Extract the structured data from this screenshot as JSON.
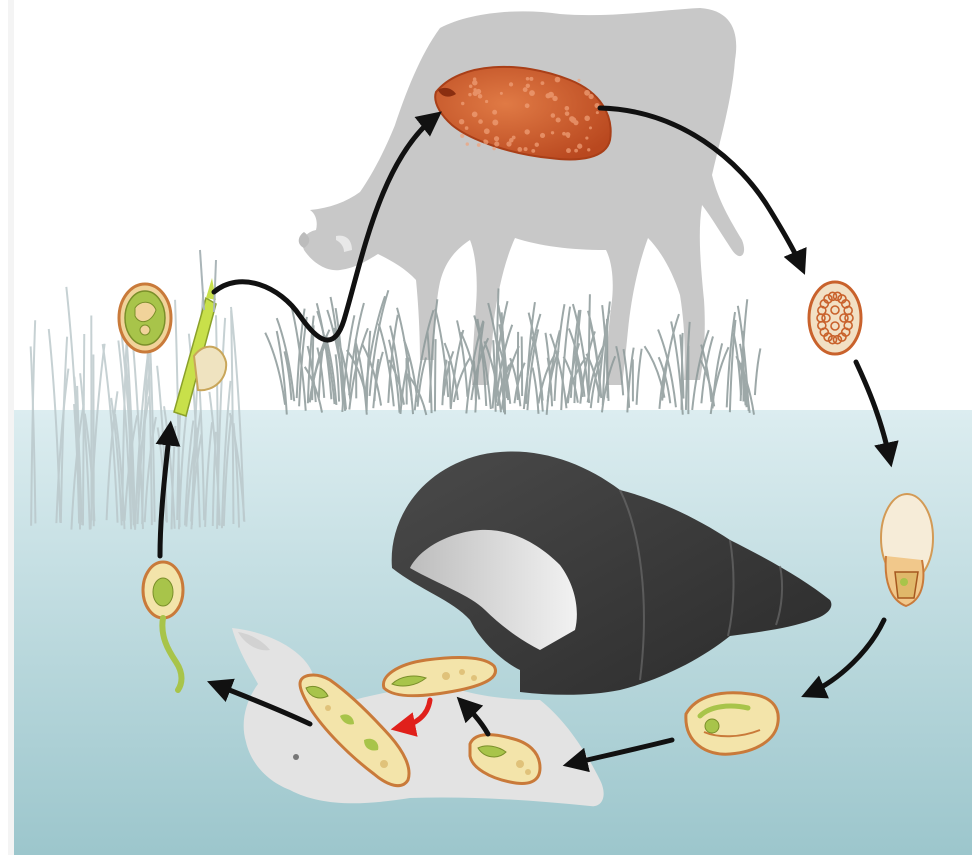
{
  "diagram": {
    "kind": "parasite-life-cycle",
    "nodes": [
      {
        "id": "cow-host",
        "icon": "cow-silhouette-icon"
      },
      {
        "id": "adult-fluke",
        "icon": "fluke-icon",
        "color": "#c85a2e"
      },
      {
        "id": "egg",
        "icon": "egg-icon"
      },
      {
        "id": "miracidium",
        "icon": "miracidium-icon"
      },
      {
        "id": "sporocyst",
        "icon": "sporocyst-icon"
      },
      {
        "id": "redia",
        "icon": "redia-icon"
      },
      {
        "id": "daughter-redia",
        "icon": "redia-icon"
      },
      {
        "id": "redia-pair",
        "icon": "redia-icon"
      },
      {
        "id": "cercaria",
        "icon": "cercaria-icon"
      },
      {
        "id": "metacercaria",
        "icon": "metacercaria-icon"
      },
      {
        "id": "snail-host",
        "icon": "snail-icon"
      },
      {
        "id": "grass-stem",
        "icon": "grass-stem-icon"
      }
    ],
    "colors": {
      "sky": "#ffffff",
      "water_top": "#d9ebee",
      "water_bottom": "#9fc9cf",
      "cow": "#c9c9c9",
      "snail_shell": "#3a3a3a",
      "snail_body": "#e2e2e2",
      "arrow": "#111111",
      "arrow_internal": "#e0201b",
      "larva_fill": "#f1e3a8",
      "larva_border": "#c97a3a",
      "larva_inner": "#a8c44a"
    }
  }
}
